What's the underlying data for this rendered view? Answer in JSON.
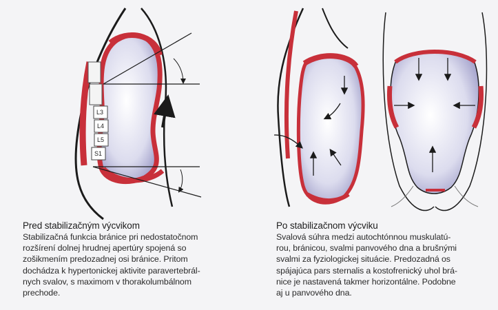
{
  "figure_left": {
    "vertebra_labels": [
      "L3",
      "L4",
      "L5",
      "S1"
    ]
  },
  "caption_left": {
    "title": "Pred stabilizačným výcvikom",
    "lines": [
      "Stabilizačná funkcia bránice pri nedostatočnom",
      "rozšírení dolnej hrudnej apertúry spojená so",
      "zošikmením predozadnej osi bránice. Pritom",
      "dochádza k hypertonickej aktivite paravertebrál-",
      "nych svalov, s maximom v thorakolumbálnom",
      "prechode."
    ]
  },
  "caption_right": {
    "title": "Po stabilizačnom výcviku",
    "lines": [
      "Svalová súhra medzi autochtónnou muskulatú-",
      "rou, bránicou, svalmi panvového dna a brušnými",
      "svalmi za fyziologickej situácie. Predozadná os",
      "spájajúca pars sternalis a kostofrenický uhol brá-",
      "nice je nastavená takmer horizontálne. Podobne",
      "aj u panvového dna."
    ]
  },
  "colors": {
    "muscle": "#c8303a",
    "cavity_fill": "#d7d6ea",
    "outline": "#1b1b1b"
  }
}
